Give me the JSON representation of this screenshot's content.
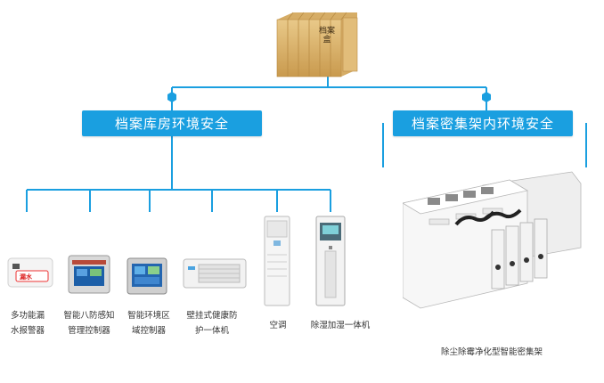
{
  "top": {
    "folder_text": "档案盒"
  },
  "branches": {
    "left_title": "档案库房环境安全",
    "right_title": "档案密集架内环境安全"
  },
  "devices": [
    {
      "line1": "多功能漏",
      "line2": "水报警器",
      "badge": "漏水"
    },
    {
      "line1": "智能八防感知",
      "line2": "管理控制器"
    },
    {
      "line1": "智能环境区",
      "line2": "域控制器"
    },
    {
      "line1": "壁挂式健康防",
      "line2": "护一体机"
    },
    {
      "line1": "空调",
      "line2": ""
    },
    {
      "line1": "除湿加湿一体机",
      "line2": ""
    }
  ],
  "shelf": {
    "caption": "除尘除霉净化型智能密集架"
  },
  "colors": {
    "line": "#1a9fe0",
    "box": "#1a9fe0"
  }
}
